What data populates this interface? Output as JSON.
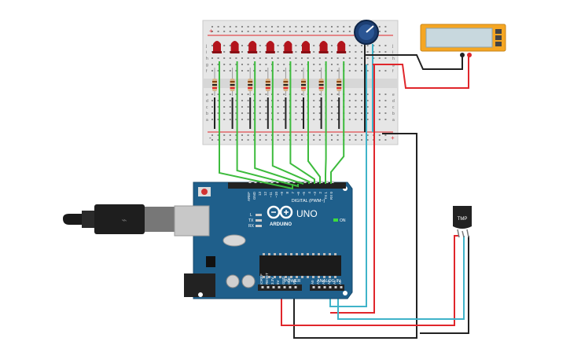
{
  "breadboard": {
    "row_letters_top": [
      "j",
      "i",
      "h",
      "g",
      "f"
    ],
    "row_letters_bottom": [
      "e",
      "d",
      "c",
      "b",
      "a"
    ],
    "plus": "+",
    "minus": "-"
  },
  "led_count": 8,
  "arduino": {
    "logo_text": "ARDUINO",
    "model": "UNO",
    "digital_label": "DIGITAL (PWM~)",
    "power_label": "POWER",
    "analog_label": "ANALOG IN",
    "on_label": "ON",
    "l_label": "L",
    "tx_label": "TX",
    "rx_label": "RX",
    "digital_pins": [
      "AREF",
      "GND",
      "13",
      "12",
      "~11",
      "~10",
      "~9",
      "8",
      "7",
      "~6",
      "~5",
      "4",
      "~3",
      "2",
      "TX 1",
      "RX 0"
    ],
    "power_pins": [
      "IOREF",
      "RESET",
      "3.3V",
      "5V",
      "GND",
      "GND",
      "Vin"
    ],
    "analog_pins": [
      "A0",
      "A1",
      "A2",
      "A3",
      "A4",
      "A5"
    ]
  },
  "sensor": {
    "label": "TMP"
  },
  "colors": {
    "wire_green": "#3dbb3d",
    "wire_red": "#e0262b",
    "wire_black": "#222222",
    "wire_cyan": "#3fb3c9",
    "board_blue": "#1f5f8b",
    "led_red": "#b3141c",
    "lcd_orange": "#f5a623"
  }
}
